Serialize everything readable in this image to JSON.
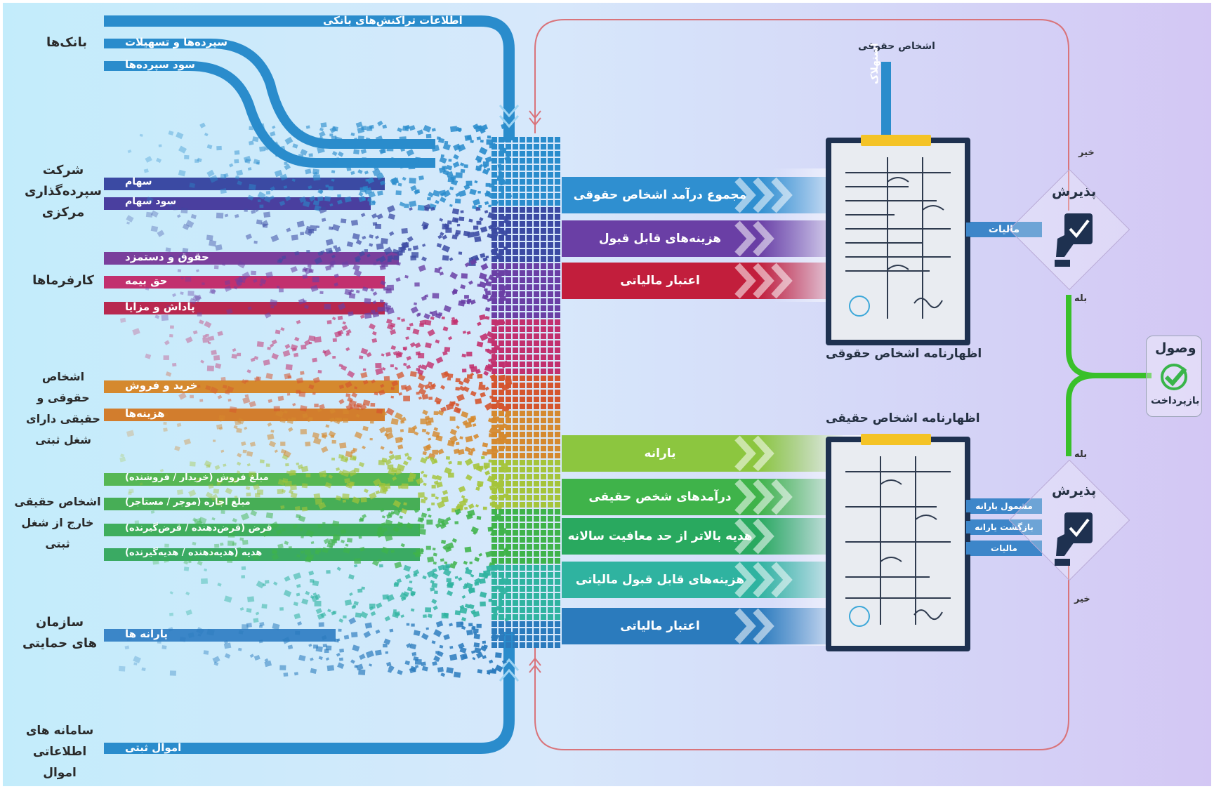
{
  "sources": {
    "banks": "بانک‌ها",
    "depository": "شرکت سپرده‌گذاری مرکزی",
    "employers": "کارفرما‌ها",
    "registered_business": "اشخاص حقوقی و حقیقی دارای شغل ثبتی",
    "unregistered_person": "اشخاص حقیقی خارج از شغل ثبتی",
    "support_orgs": "سازمان های حمایتی",
    "property_system": "سامانه های اطلاعاتی اموال"
  },
  "streams": {
    "bank_transactions": "اطلاعات تراکنش‌های بانکی",
    "deposits_loans": "سپرده‌ها و تسهیلات",
    "deposit_interest": "سود سپرده‌ها",
    "shares": "سهام",
    "share_dividend": "سود سهام",
    "salary": "حقوق و دستمزد",
    "insurance": "حق بیمه",
    "bonus": "پاداش و مزایا",
    "trade": "خرید و فروش",
    "costs": "هزینه‌ها",
    "sale_amount": "مبلغ فروش (خریدار / فروشنده)",
    "rent_amount": "مبلغ اجاره (موجر / مستاجر)",
    "loan": "قرض (قرض‌دهنده / قرض‌گیرنده)",
    "gift": "هدیه (هدیه‌دهنده / هدیه‌گیرنده)",
    "subsidies": "یارانه ها",
    "registered_property": "اموال ثبتی"
  },
  "legal_bands": [
    {
      "label": "مجموع درآمد اشخاص حقوقی",
      "color": "#2f8fd0"
    },
    {
      "label": "هزینه‌های قابل قبول",
      "color": "#6a3fa5"
    },
    {
      "label": "اعتبار مالیاتی",
      "color": "#c21e3c"
    }
  ],
  "natural_bands": [
    {
      "label": "یارانه",
      "color": "#8cc63f"
    },
    {
      "label": "درآمدهای شخص حقیقی",
      "color": "#3fb34a"
    },
    {
      "label": "هدیه بالاتر از حد معافیت سالانه",
      "color": "#29a95f"
    },
    {
      "label": "هزینه‌های قابل قبول مالیاتی",
      "color": "#2fb3a0"
    },
    {
      "label": "اعتبار مالیاتی",
      "color": "#2b7bbd"
    }
  ],
  "legal_entity_top": "اشخاص حقوقی",
  "depreciation": "استهلاک",
  "legal_form_title": "اظهارنامه اشخاص حقوقی",
  "natural_form_title": "اظهارنامه اشخاص حقیقی",
  "decision": {
    "accept": "پذیرش",
    "no": "خیر",
    "yes": "بله",
    "tax": "مالیات",
    "subsidy_eligible": "مشمول یارانه",
    "subsidy_return": "بازگشت یارانه",
    "tax_small": "مالیات"
  },
  "outcome": {
    "title": "وصول",
    "subtitle": "بازپرداخت"
  },
  "colors": {
    "flow_blue": "#2a8ccc",
    "loop_red": "#d9737a",
    "yes_green": "#39c02a",
    "form_border": "#1e3150",
    "clip_yellow": "#f4c326"
  },
  "icons": [
    "check-icon",
    "hand-check-icon",
    "seal-icon",
    "signature-icon",
    "chevron-arrow-icon"
  ]
}
